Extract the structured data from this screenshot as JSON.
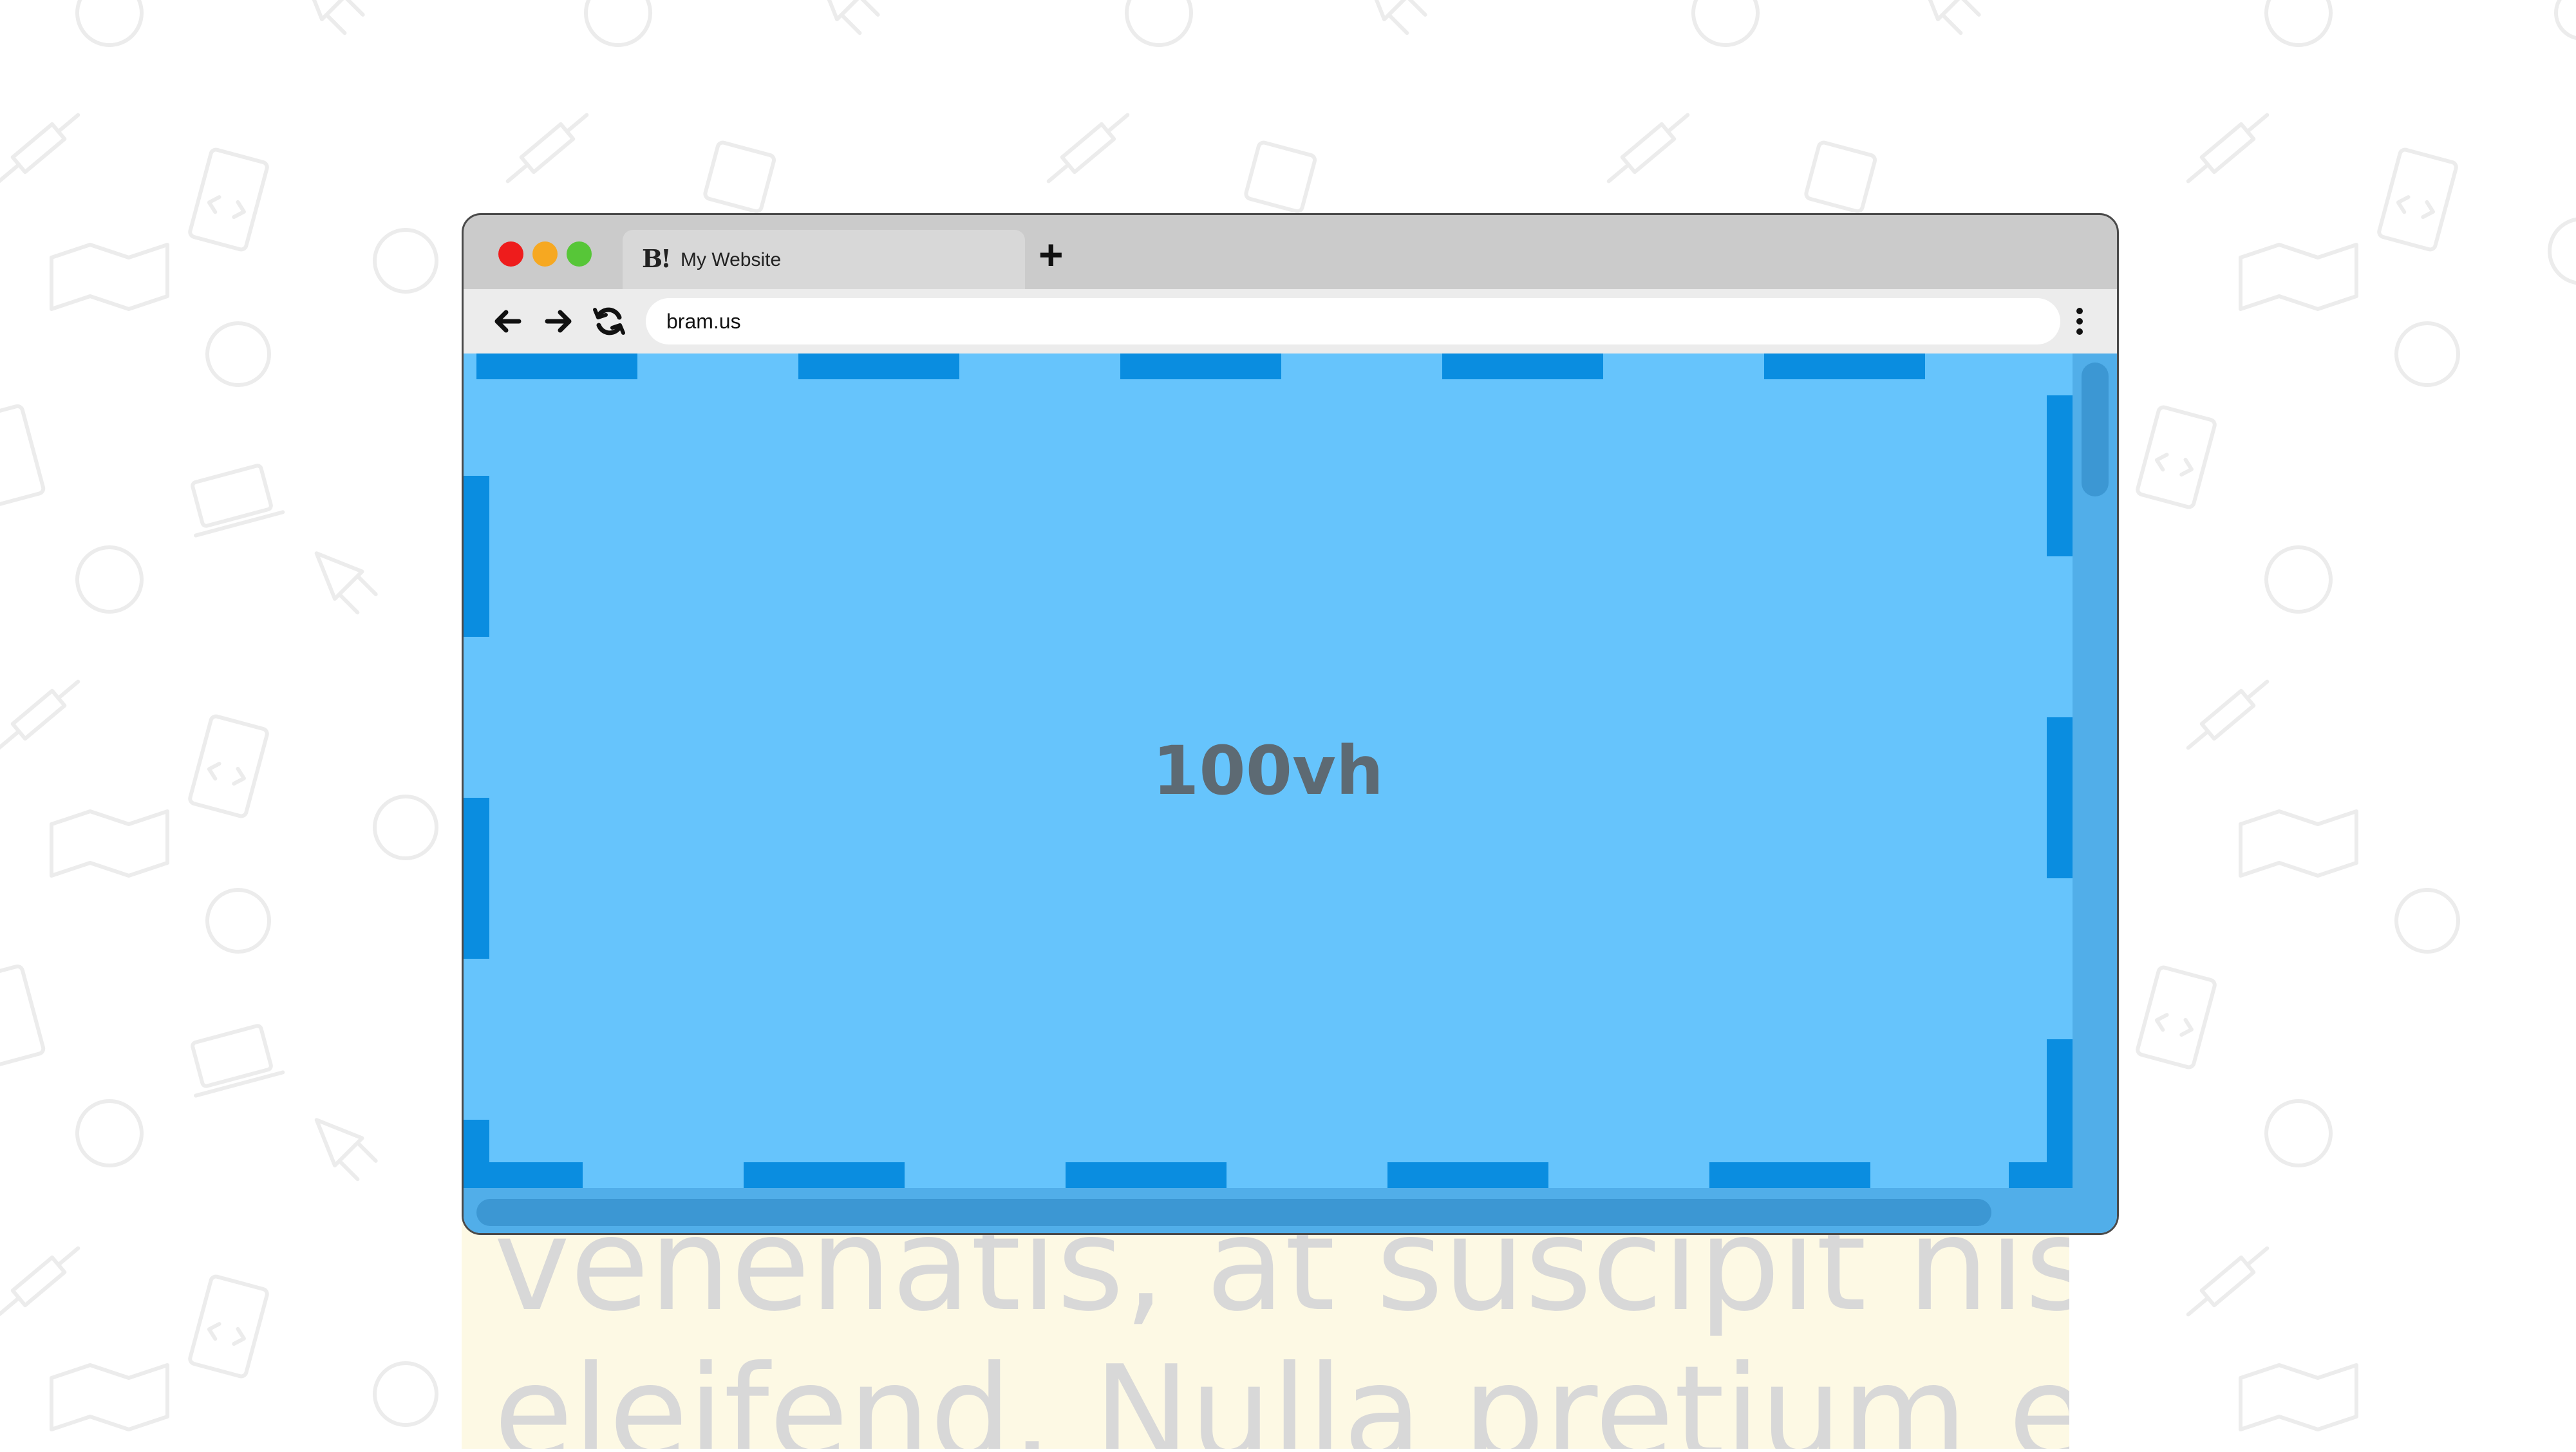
{
  "window": {
    "traffic_lights": [
      {
        "name": "close",
        "color": "#ee1c1c"
      },
      {
        "name": "minimize",
        "color": "#f6a821"
      },
      {
        "name": "zoom",
        "color": "#57c638"
      }
    ]
  },
  "tab": {
    "favicon_text": "B!",
    "title": "My Website",
    "new_tab_label": "+"
  },
  "toolbar": {
    "back_icon": "arrow-left-icon",
    "forward_icon": "arrow-right-icon",
    "reload_icon": "reload-icon",
    "url": "bram.us",
    "menu_icon": "kebab-menu-icon"
  },
  "viewport": {
    "label": "100vh",
    "background_color": "#66c4fc",
    "dash_color": "#0a8de0",
    "scrollbar_track_color": "#51aee9",
    "scrollbar_thumb_color": "#3c97d3"
  },
  "overflow": {
    "lines": [
      "venenatis, at suscipit nisi",
      "eleifend. Nulla pretium eget"
    ],
    "background_color": "#fdf9e4"
  }
}
